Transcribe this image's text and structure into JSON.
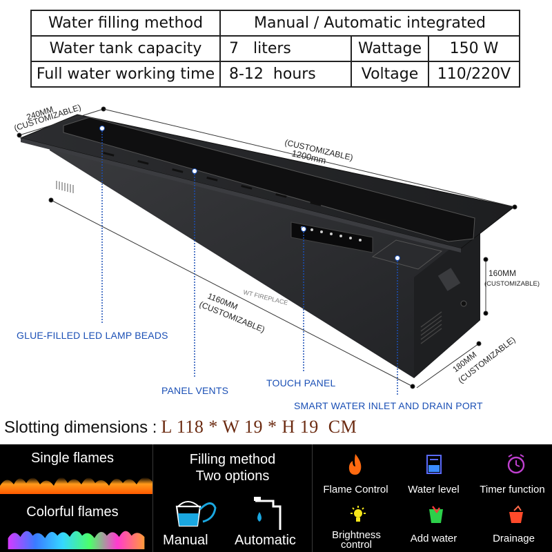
{
  "spec_table": {
    "row1": {
      "label": "Water filling method",
      "value": "Manual / Automatic integrated"
    },
    "row2": {
      "label": "Water tank capacity",
      "value": "7   liters",
      "key": "Wattage",
      "key_value": "150 W"
    },
    "row3": {
      "label": "Full water working time",
      "value": "8-12  hours",
      "key": "Voltage",
      "key_value": "110/220V"
    }
  },
  "dimensions": {
    "depth": "240MM",
    "depth_note": "(CUSTOMIZABLE)",
    "length_note": "(CUSTOMIZABLE)",
    "length": "1200mm",
    "height": "160MM",
    "height_note": "(CUSTOMIZABLE)",
    "inner_length": "1160MM",
    "inner_length_note": "(CUSTOMIZABLE)",
    "inner_depth": "180MM",
    "inner_depth_note": "(CUSTOMIZABLE)"
  },
  "callouts": {
    "led": "GLUE-FILLED LED LAMP BEADS",
    "vents": "PANEL VENTS",
    "touch": "TOUCH PANEL",
    "water_port": "SMART WATER INLET AND DRAIN PORT"
  },
  "watermark": "WT FIREPLACE",
  "slotting": {
    "label": "Slotting dimensions :",
    "value": "L 118 * W 19 * H 19  CM"
  },
  "banner": {
    "single_flames": "Single flames",
    "colorful_flames": "Colorful flames",
    "filling_title_1": "Filling method",
    "filling_title_2": "Two options",
    "manual": "Manual",
    "automatic": "Automatic",
    "functions": {
      "flame_control": "Flame Control",
      "water_level": "Water level",
      "timer_function": "Timer function",
      "brightness_1": "Brightness",
      "brightness_2": "control",
      "add_water": "Add water",
      "drainage": "Drainage"
    }
  },
  "colors": {
    "callout_blue": "#1a4fb5",
    "slot_brown": "#6b2a10",
    "banner_black": "#000000"
  }
}
